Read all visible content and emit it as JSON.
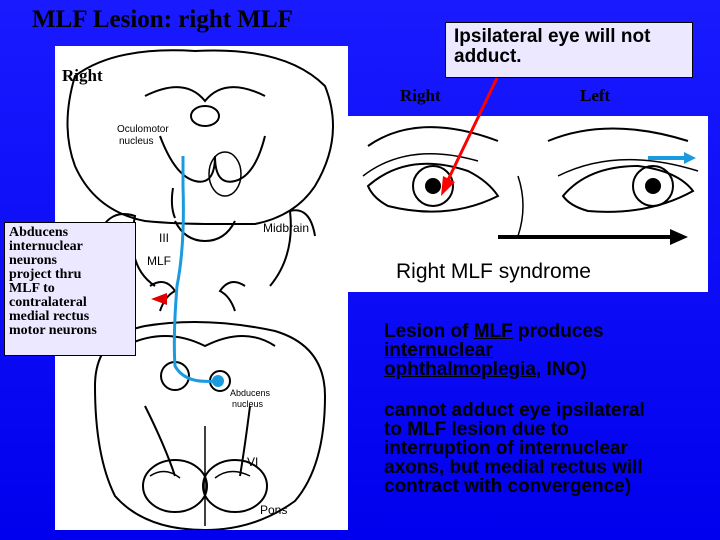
{
  "title": "MLF Lesion: right MLF",
  "left_panel": {
    "right_label": "Right",
    "oculomotor_label_1": "Oculomotor",
    "oculomotor_label_2": "nucleus",
    "midbrain_label": "Midbrain",
    "iii_label": "III",
    "mlf_label": "MLF",
    "abducens_label_1": "Abducens",
    "abducens_label_2": "nucleus",
    "vi_label": "VI",
    "pons_label": "Pons"
  },
  "left_callout": {
    "lines": [
      "Abducens",
      "internuclear",
      "neurons",
      "project thru",
      "MLF to",
      "contralateral",
      "medial rectus",
      "motor neurons"
    ]
  },
  "top_callout": {
    "lines": [
      "Ipsilateral eye will not",
      "adduct."
    ]
  },
  "eye_labels": {
    "right": "Right",
    "left": "Left"
  },
  "eye_panel": {
    "caption": "Right MLF syndrome"
  },
  "paragraph1": {
    "prefix": "Lesion of ",
    "mlf": "MLF",
    "suffix": " produces",
    "line2": "internuclear",
    "line3": "ophthalmoplegia",
    "line3_suffix": ", INO)"
  },
  "paragraph2": {
    "lines": [
      "cannot adduct eye ipsilateral",
      "to MLF lesion due to",
      "interruption of internuclear",
      "axons, but medial rectus will",
      "contract with convergence)"
    ]
  },
  "colors": {
    "background": "#0000ff",
    "callout_fill": "#ece8ff",
    "pathway": "#1a9be0",
    "arrow_red": "#ff0000",
    "lesion_red": "#e00000"
  }
}
